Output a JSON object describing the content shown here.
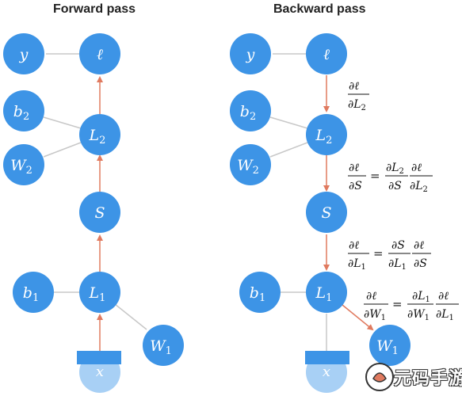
{
  "forward": {
    "title": "Forward pass",
    "nodes": {
      "y": {
        "base": "y",
        "sub": ""
      },
      "l": {
        "base": "ℓ",
        "sub": ""
      },
      "b2": {
        "base": "b",
        "sub": "2"
      },
      "L2": {
        "base": "L",
        "sub": "2"
      },
      "W2": {
        "base": "W",
        "sub": "2"
      },
      "S": {
        "base": "S",
        "sub": ""
      },
      "b1": {
        "base": "b",
        "sub": "1"
      },
      "L1": {
        "base": "L",
        "sub": "1"
      },
      "W1": {
        "base": "W",
        "sub": "1"
      },
      "x": {
        "base": "x",
        "sub": ""
      }
    }
  },
  "backward": {
    "title": "Backward pass",
    "nodes": {
      "y": {
        "base": "y",
        "sub": ""
      },
      "l": {
        "base": "ℓ",
        "sub": ""
      },
      "b2": {
        "base": "b",
        "sub": "2"
      },
      "L2": {
        "base": "L",
        "sub": "2"
      },
      "W2": {
        "base": "W",
        "sub": "2"
      },
      "S": {
        "base": "S",
        "sub": ""
      },
      "b1": {
        "base": "b",
        "sub": "1"
      },
      "L1": {
        "base": "L",
        "sub": "1"
      },
      "W1": {
        "base": "W",
        "sub": "1"
      },
      "x": {
        "base": "x",
        "sub": ""
      }
    },
    "gradients": {
      "dl_dL2": {
        "num": "∂ℓ",
        "den": "∂L",
        "den_sub": "2"
      },
      "dl_dS": {
        "lhs_num": "∂ℓ",
        "lhs_den": "∂S",
        "eq": "=",
        "r1_num": "∂L",
        "r1_num_sub": "2",
        "r1_den": "∂S",
        "r2_num": "∂ℓ",
        "r2_den": "∂L",
        "r2_den_sub": "2"
      },
      "dl_dL1": {
        "lhs_num": "∂ℓ",
        "lhs_den": "∂L",
        "lhs_den_sub": "1",
        "eq": "=",
        "r1_num": "∂S",
        "r1_den": "∂L",
        "r1_den_sub": "1",
        "r2_num": "∂ℓ",
        "r2_den": "∂S"
      },
      "dl_dW1": {
        "lhs_num": "∂ℓ",
        "lhs_den": "∂W",
        "lhs_den_sub": "1",
        "eq": "=",
        "r1_num": "∂L",
        "r1_num_sub": "1",
        "r1_den": "∂W",
        "r1_den_sub": "1",
        "r2_num": "∂ℓ",
        "r2_den": "∂L",
        "r2_den_sub": "1"
      }
    }
  },
  "colors": {
    "node_fill": "#3d94e6",
    "node_fill_light": "#a8d0f5",
    "edge_gray": "#c8c8c8",
    "arrow_orange": "#e07a5f",
    "text": "#222222"
  },
  "watermark": {
    "text": "元码手游网"
  }
}
